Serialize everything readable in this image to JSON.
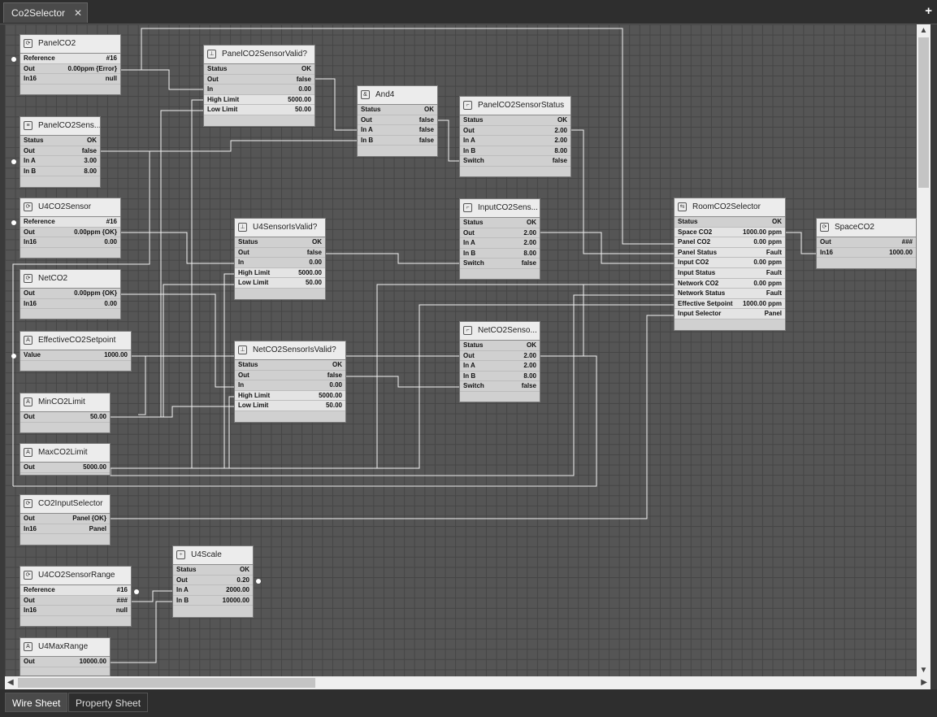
{
  "tab": {
    "title": "Co2Selector",
    "close": "✕"
  },
  "add_tab": "+",
  "bottom_tabs": {
    "wire": "Wire Sheet",
    "property": "Property Sheet"
  },
  "icons": {
    "scroll_up": "▲",
    "scroll_down": "▼",
    "scroll_left": "◀",
    "scroll_right": "▶"
  },
  "nodes": [
    {
      "title": "PanelCO2",
      "icon": "numeric-point-icon",
      "rows": [
        {
          "l": "Reference",
          "v": "#16"
        },
        {
          "l": "Out",
          "v": "0.00ppm {Error}"
        },
        {
          "l": "In16",
          "v": "null"
        }
      ]
    },
    {
      "title": "PanelCO2SensorValid?",
      "icon": "limit-icon",
      "rows": [
        {
          "l": "Status",
          "v": "OK"
        },
        {
          "l": "Out",
          "v": "false"
        },
        {
          "l": "In",
          "v": "0.00"
        },
        {
          "l": "High Limit",
          "v": "5000.00"
        },
        {
          "l": "Low Limit",
          "v": "50.00"
        }
      ]
    },
    {
      "title": "And4",
      "icon": "and-icon",
      "rows": [
        {
          "l": "Status",
          "v": "OK"
        },
        {
          "l": "Out",
          "v": "false"
        },
        {
          "l": "In A",
          "v": "false"
        },
        {
          "l": "In B",
          "v": "false"
        }
      ]
    },
    {
      "title": "PanelCO2SensorStatus",
      "icon": "switch-icon",
      "rows": [
        {
          "l": "Status",
          "v": "OK"
        },
        {
          "l": "Out",
          "v": "2.00"
        },
        {
          "l": "In A",
          "v": "2.00"
        },
        {
          "l": "In B",
          "v": "8.00"
        },
        {
          "l": "Switch",
          "v": "false"
        }
      ]
    },
    {
      "title": "PanelCO2Sens...",
      "icon": "compare-icon",
      "rows": [
        {
          "l": "Status",
          "v": "OK"
        },
        {
          "l": "Out",
          "v": "false"
        },
        {
          "l": "In A",
          "v": "3.00"
        },
        {
          "l": "In B",
          "v": "8.00"
        }
      ]
    },
    {
      "title": "U4CO2Sensor",
      "icon": "numeric-point-icon",
      "rows": [
        {
          "l": "Reference",
          "v": "#16"
        },
        {
          "l": "Out",
          "v": "0.00ppm {OK}"
        },
        {
          "l": "In16",
          "v": "0.00"
        }
      ]
    },
    {
      "title": "U4SensorIsValid?",
      "icon": "limit-icon",
      "rows": [
        {
          "l": "Status",
          "v": "OK"
        },
        {
          "l": "Out",
          "v": "false"
        },
        {
          "l": "In",
          "v": "0.00"
        },
        {
          "l": "High Limit",
          "v": "5000.00"
        },
        {
          "l": "Low Limit",
          "v": "50.00"
        }
      ]
    },
    {
      "title": "InputCO2Sens...",
      "icon": "switch-icon",
      "rows": [
        {
          "l": "Status",
          "v": "OK"
        },
        {
          "l": "Out",
          "v": "2.00"
        },
        {
          "l": "In A",
          "v": "2.00"
        },
        {
          "l": "In B",
          "v": "8.00"
        },
        {
          "l": "Switch",
          "v": "false"
        }
      ]
    },
    {
      "title": "RoomCO2Selector",
      "icon": "selector-icon",
      "rows": [
        {
          "l": "Status",
          "v": "OK"
        },
        {
          "l": "Space CO2",
          "v": "1000.00 ppm"
        },
        {
          "l": "Panel CO2",
          "v": "0.00 ppm"
        },
        {
          "l": "Panel Status",
          "v": "Fault"
        },
        {
          "l": "Input CO2",
          "v": "0.00 ppm"
        },
        {
          "l": "Input Status",
          "v": "Fault"
        },
        {
          "l": "Network CO2",
          "v": "0.00 ppm"
        },
        {
          "l": "Network Status",
          "v": "Fault"
        },
        {
          "l": "Effective Setpoint",
          "v": "1000.00 ppm"
        },
        {
          "l": "Input Selector",
          "v": "Panel"
        }
      ]
    },
    {
      "title": "SpaceCO2",
      "icon": "numeric-point-icon",
      "rows": [
        {
          "l": "Out",
          "v": "###"
        },
        {
          "l": "In16",
          "v": "1000.00"
        }
      ]
    },
    {
      "title": "NetCO2",
      "icon": "numeric-point-icon",
      "rows": [
        {
          "l": "Out",
          "v": "0.00ppm {OK}"
        },
        {
          "l": "In16",
          "v": "0.00"
        }
      ]
    },
    {
      "title": "EffectiveCO2Setpoint",
      "icon": "constant-icon",
      "rows": [
        {
          "l": "Value",
          "v": "1000.00"
        }
      ]
    },
    {
      "title": "NetCO2SensorIsValid?",
      "icon": "limit-icon",
      "rows": [
        {
          "l": "Status",
          "v": "OK"
        },
        {
          "l": "Out",
          "v": "false"
        },
        {
          "l": "In",
          "v": "0.00"
        },
        {
          "l": "High Limit",
          "v": "5000.00"
        },
        {
          "l": "Low Limit",
          "v": "50.00"
        }
      ]
    },
    {
      "title": "NetCO2Senso...",
      "icon": "switch-icon",
      "rows": [
        {
          "l": "Status",
          "v": "OK"
        },
        {
          "l": "Out",
          "v": "2.00"
        },
        {
          "l": "In A",
          "v": "2.00"
        },
        {
          "l": "In B",
          "v": "8.00"
        },
        {
          "l": "Switch",
          "v": "false"
        }
      ]
    },
    {
      "title": "MinCO2Limit",
      "icon": "constant-icon",
      "rows": [
        {
          "l": "Out",
          "v": "50.00"
        }
      ]
    },
    {
      "title": "MaxCO2Limit",
      "icon": "constant-icon",
      "rows": [
        {
          "l": "Out",
          "v": "5000.00"
        }
      ]
    },
    {
      "title": "CO2InputSelector",
      "icon": "numeric-point-icon",
      "rows": [
        {
          "l": "Out",
          "v": "Panel {OK}"
        },
        {
          "l": "In16",
          "v": "Panel"
        }
      ]
    },
    {
      "title": "U4Scale",
      "icon": "divide-icon",
      "rows": [
        {
          "l": "Status",
          "v": "OK"
        },
        {
          "l": "Out",
          "v": "0.20"
        },
        {
          "l": "In A",
          "v": "2000.00"
        },
        {
          "l": "In B",
          "v": "10000.00"
        }
      ]
    },
    {
      "title": "U4CO2SensorRange",
      "icon": "numeric-point-icon",
      "rows": [
        {
          "l": "Reference",
          "v": "#16"
        },
        {
          "l": "Out",
          "v": "###"
        },
        {
          "l": "In16",
          "v": "null"
        }
      ]
    },
    {
      "title": "U4MaxRange",
      "icon": "constant-icon",
      "rows": [
        {
          "l": "Out",
          "v": "10000.00"
        }
      ]
    }
  ]
}
